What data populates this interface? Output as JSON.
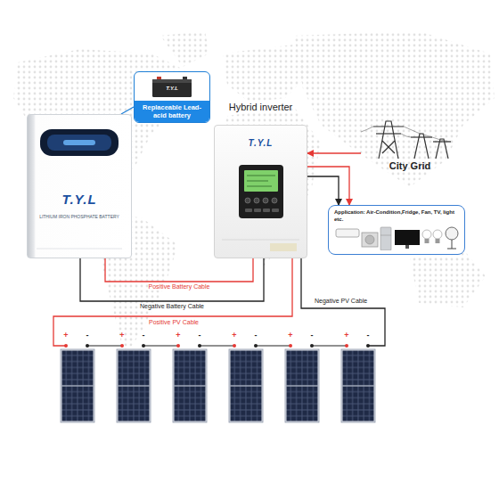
{
  "diagram": {
    "nodes": [
      {
        "text": [
          "Replaceable Lead-acid battery"
        ]
      },
      {
        "text": [
          "T.Y.L",
          "LITHIUM IRON PHOSPHATE BATTERY"
        ]
      },
      {
        "text": [
          "Hybrid inverter",
          "T.Y.L"
        ]
      },
      {
        "text": [
          "City Grid"
        ]
      },
      {
        "text": [
          "Application: Air-Condition,Fridge, Fan, TV, light etc."
        ]
      }
    ],
    "edges": [
      {
        "from": 0,
        "to": 1,
        "arrow": "none"
      },
      {
        "from": 3,
        "to": 2,
        "arrow": "to"
      },
      {
        "from": 2,
        "to": 4,
        "arrow": "to"
      },
      {
        "from": 2,
        "to": 4,
        "arrow": "to"
      },
      {
        "from": 1,
        "to": 2,
        "label": "Positive Battery Cable",
        "arrow": "none"
      },
      {
        "from": 1,
        "to": 2,
        "label": "Negative Battery Cable",
        "arrow": "none"
      }
    ],
    "labels": [
      "T.Y.L",
      "Negative PV Cable",
      "Positive PV Cable",
      "+",
      "-",
      "+",
      "-",
      "+",
      "-",
      "+",
      "-",
      "+",
      "-",
      "+",
      "-"
    ]
  }
}
